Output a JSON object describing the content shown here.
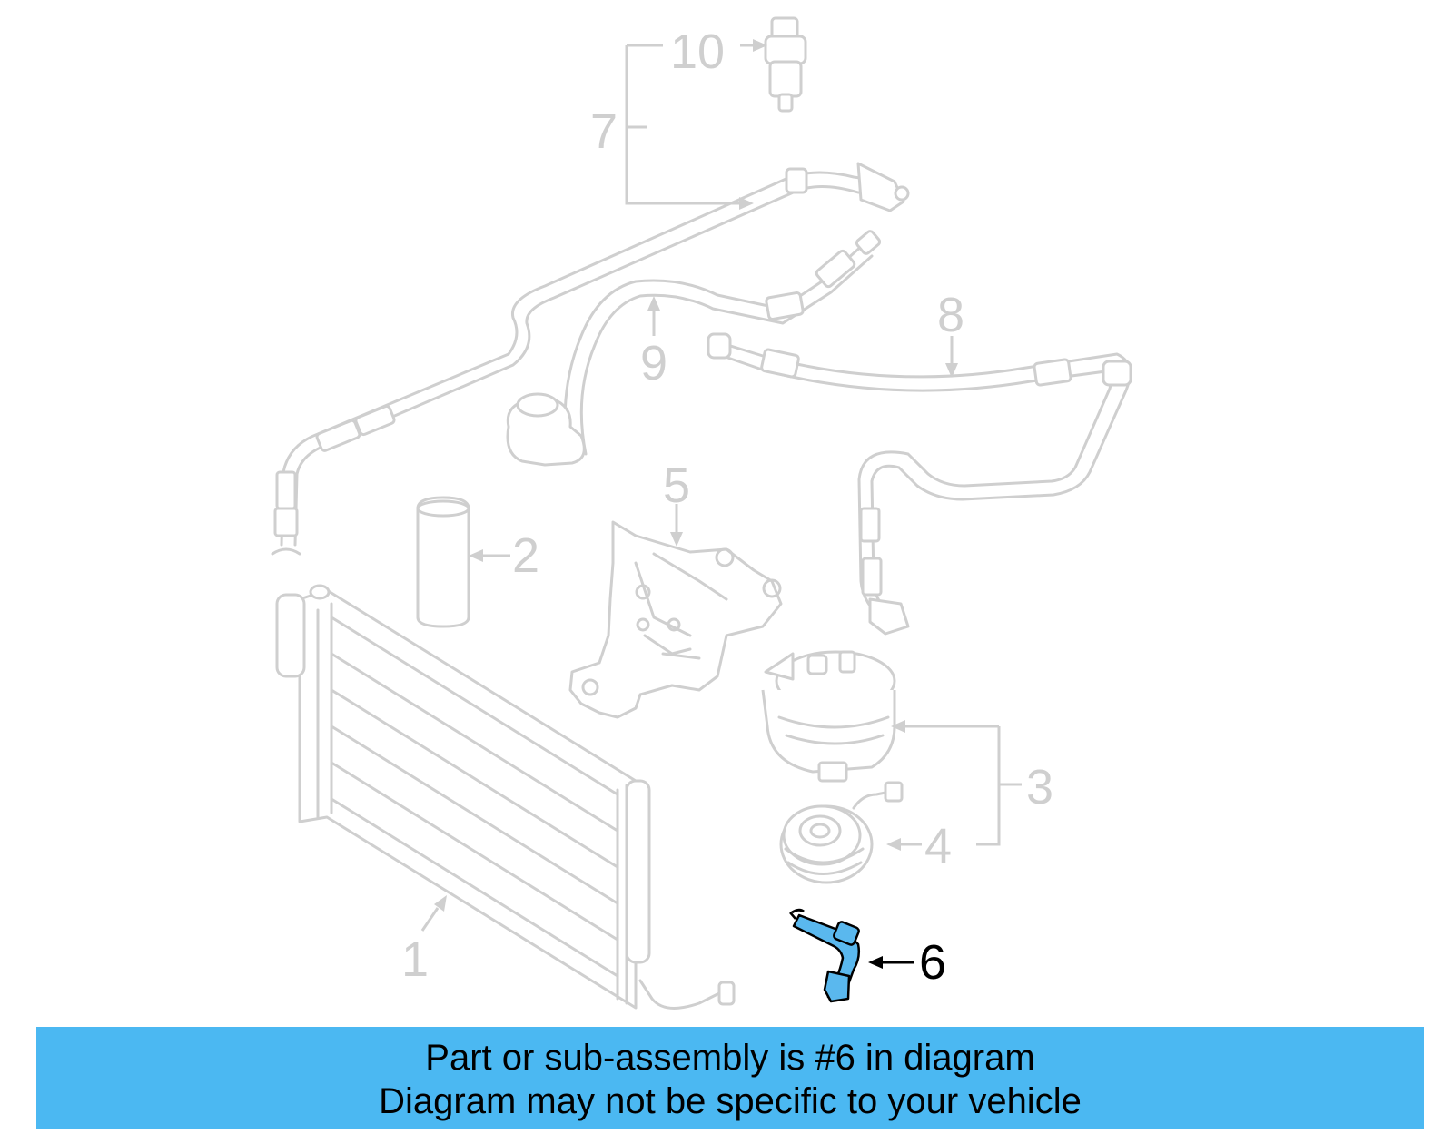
{
  "diagram": {
    "callouts": [
      "1",
      "2",
      "3",
      "4",
      "5",
      "6",
      "7",
      "8",
      "9",
      "10"
    ],
    "highlighted_callout": "6",
    "colors": {
      "part_lines": "#cfcfcf",
      "highlight_fill": "#5ab8ee",
      "highlight_outline": "#000000",
      "banner_background": "#4bb8f2"
    }
  },
  "banner": {
    "line1": "Part or sub-assembly is #6 in diagram",
    "line2": "Diagram may not be specific to your vehicle"
  }
}
